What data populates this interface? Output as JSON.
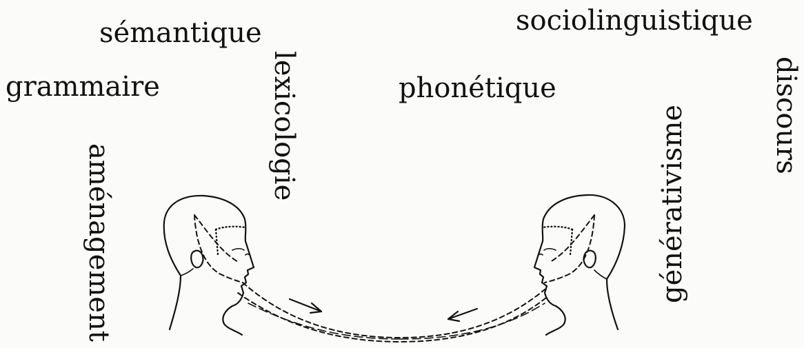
{
  "terms": {
    "semantique": "sémantique",
    "sociolinguistique": "sociolinguistique",
    "grammaire": "grammaire",
    "phonetique": "phonétique",
    "lexicologie": "lexicologie",
    "discours": "discours",
    "amenagement": "aménagement",
    "generativisme": "générativisme"
  }
}
